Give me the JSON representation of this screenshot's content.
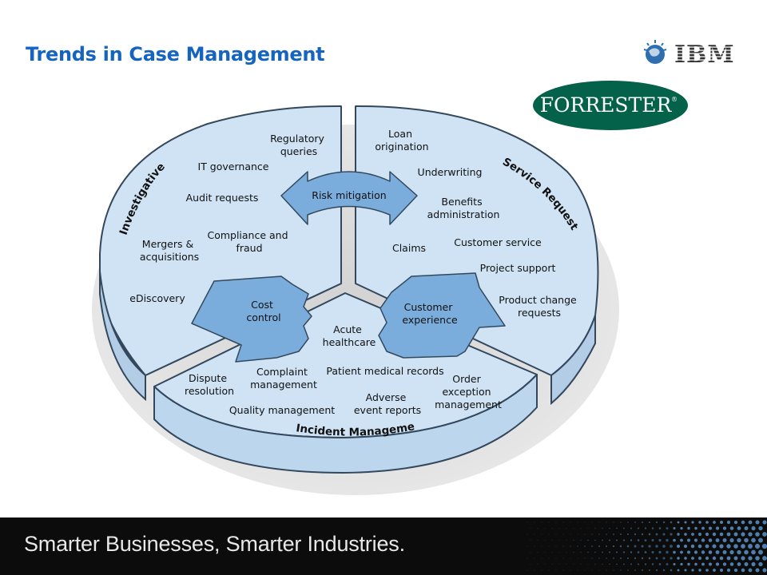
{
  "slide": {
    "title": "Trends in Case Management"
  },
  "logos": {
    "ibm": "IBM",
    "forrester": "FORRESTER",
    "forrester_mark": "®"
  },
  "diagram": {
    "segments": {
      "investigative": {
        "title": "Investigative",
        "items": [
          "Regulatory",
          "queries",
          "IT governance",
          "Audit requests",
          "Mergers &",
          "acquisitions",
          "Compliance and",
          "fraud",
          "eDiscovery"
        ]
      },
      "service_requests": {
        "title": "Service Requests",
        "items": [
          "Loan",
          "origination",
          "Underwriting",
          "Benefits",
          "administration",
          "Claims",
          "Customer service",
          "Project support",
          "Product change",
          "requests"
        ]
      },
      "incident_management": {
        "title": "Incident Management",
        "items": [
          "Acute",
          "healthcare",
          "Patient medical records",
          "Order",
          "exception",
          "management",
          "Dispute",
          "resolution",
          "Complaint",
          "management",
          "Quality management",
          "Adverse",
          "event reports"
        ]
      }
    },
    "arrows": {
      "risk": "Risk mitigation",
      "cost": [
        "Cost",
        "control"
      ],
      "customer": [
        "Customer",
        "experience"
      ]
    }
  },
  "footer": {
    "tagline": "Smarter Businesses, Smarter Industries."
  },
  "colors": {
    "title": "#1565c0",
    "disk_fill": "#cfe3f5",
    "disk_side": "#bcd6ee",
    "disk_stroke": "#33485c",
    "arrow_fill": "#7aaddc",
    "forrester_green": "#04614a",
    "footer_bg": "#0c0c0c"
  }
}
